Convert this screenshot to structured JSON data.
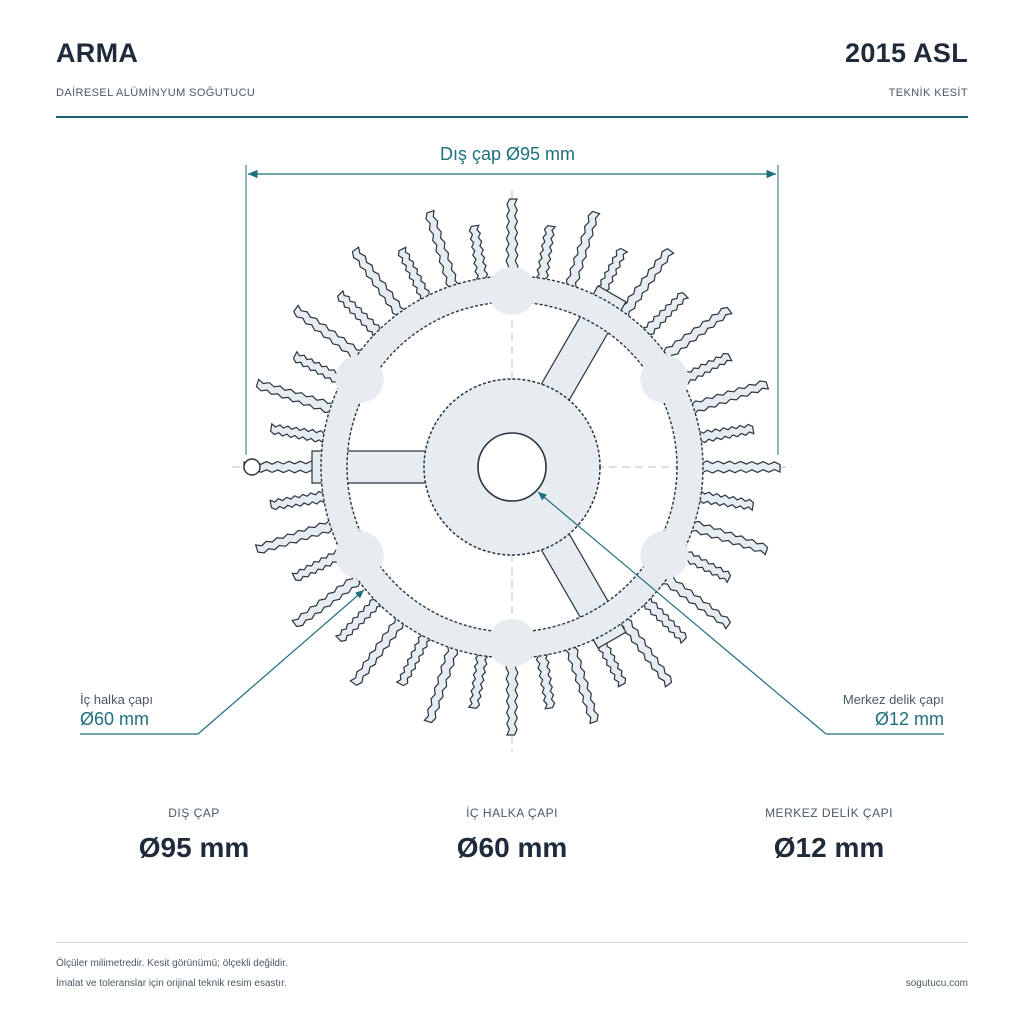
{
  "header": {
    "brand": "ARMA",
    "subtitle_left": "DAİRESEL ALÜMİNYUM SOĞUTUCU",
    "model": "2015 ASL",
    "subtitle_right": "TEKNİK KESİT"
  },
  "dimensions": {
    "outer_label": "Dış çap Ø95 mm",
    "inner_ring_label": "İç halka çapı",
    "inner_ring_value": "Ø60 mm",
    "center_hole_label": "Merkez delik çapı",
    "center_hole_value": "Ø12 mm"
  },
  "specs": [
    {
      "label": "DIŞ ÇAP",
      "value": "Ø95 mm"
    },
    {
      "label": "İÇ HALKA ÇAPI",
      "value": "Ø60 mm"
    },
    {
      "label": "MERKEZ DELİK ÇAPI",
      "value": "Ø12 mm"
    }
  ],
  "footer": {
    "note1": "Ölçüler milimetredir. Kesit görünümü; ölçekli değildir.",
    "note2": "İmalat ve toleranslar için orijinal teknik resim esastır.",
    "site": "sogutucu.com"
  },
  "colors": {
    "accent": "#1f6f7e",
    "fill": "#e6ecf0",
    "stroke": "#2a3440"
  }
}
